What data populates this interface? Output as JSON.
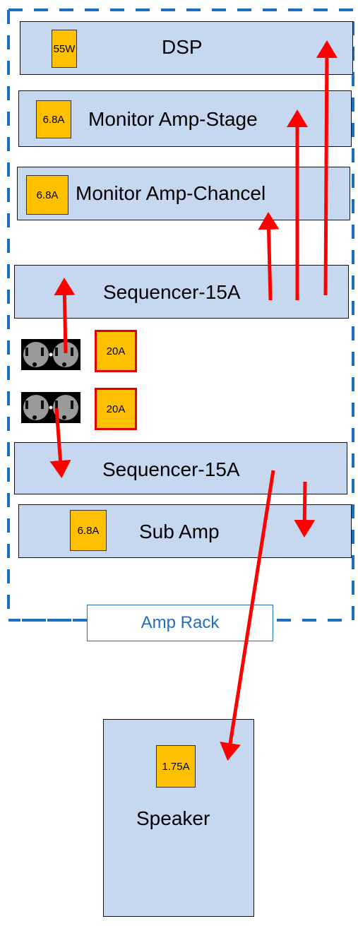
{
  "rack": {
    "label": "Amp Rack"
  },
  "devices": [
    {
      "id": "dsp",
      "label": "DSP",
      "badge": "55W"
    },
    {
      "id": "monitor_stage",
      "label": "Monitor Amp-Stage",
      "badge": "6.8A"
    },
    {
      "id": "monitor_chancel",
      "label": "Monitor Amp-Chancel",
      "badge": "6.8A"
    },
    {
      "id": "sequencer_1",
      "label": "Sequencer-15A"
    },
    {
      "id": "sequencer_2",
      "label": "Sequencer-15A"
    },
    {
      "id": "sub_amp",
      "label": "Sub Amp",
      "badge": "6.8A"
    }
  ],
  "outlets": [
    {
      "id": "outlet_1",
      "breaker": "20A"
    },
    {
      "id": "outlet_2",
      "breaker": "20A"
    }
  ],
  "speaker": {
    "label": "Speaker",
    "badge": "1.75A"
  },
  "colors": {
    "device_fill": "#c6d8ef",
    "badge_fill": "#ffc000",
    "breaker_border": "#e00000",
    "arrow": "#ff0000",
    "rack_border": "#1e6fc0"
  }
}
